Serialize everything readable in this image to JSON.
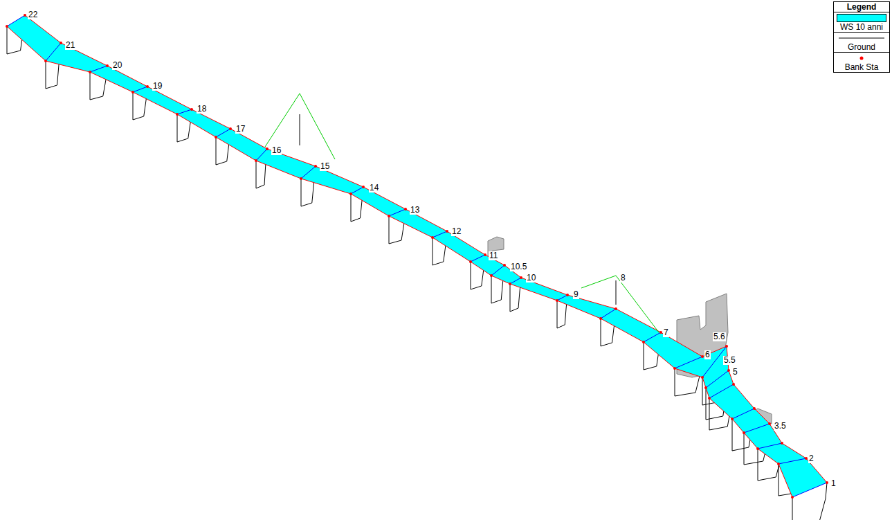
{
  "diagram": {
    "labels": [
      "22",
      "21",
      "20",
      "19",
      "18",
      "17",
      "16",
      "15",
      "14",
      "13",
      "12",
      "11",
      "10.5",
      "10",
      "9",
      "8",
      "7",
      "6",
      "5.6",
      "5.5",
      "5",
      "3.5",
      "2",
      "1",
      "Legend"
    ],
    "legend": [
      {
        "text": "WS 10 anni",
        "color": "#00FFFF"
      },
      {
        "text": "Ground"
      },
      {
        "text": "Bank Sta"
      }
    ]
  }
}
